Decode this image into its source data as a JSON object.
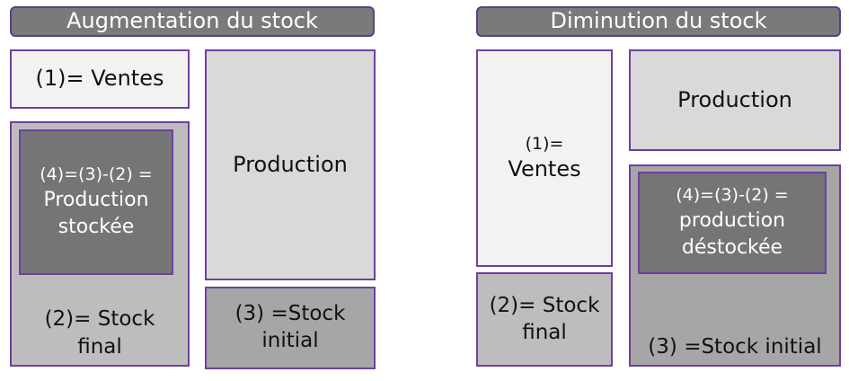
{
  "left": {
    "title": "Augmentation du stock",
    "ventes": "(1)= Ventes",
    "production": "Production",
    "stock_final": {
      "line1": "(2)= Stock",
      "line2": "final"
    },
    "production_stockee": {
      "line1": "(4)=(3)-(2) =",
      "line2": "Production",
      "line3": "stockée"
    },
    "stock_initial": {
      "line1": "(3) =Stock",
      "line2": "initial"
    }
  },
  "right": {
    "title": "Diminution du stock",
    "ventes": {
      "line1": "(1)=",
      "line2": "Ventes"
    },
    "production": "Production",
    "stock_final": {
      "line1": "(2)= Stock",
      "line2": "final"
    },
    "production_destockee": {
      "line1": "(4)=(3)-(2) =",
      "line2": "production",
      "line3": "déstockée"
    },
    "stock_initial": "(3) =Stock initial"
  },
  "colors": {
    "border": "#6f3fa0",
    "header": "#7a7a7a",
    "light": "#f2f2f2",
    "mid": "#d9d9d9",
    "grey": "#bdbdbd",
    "dark": "#a6a6a6",
    "darker": "#757575"
  }
}
